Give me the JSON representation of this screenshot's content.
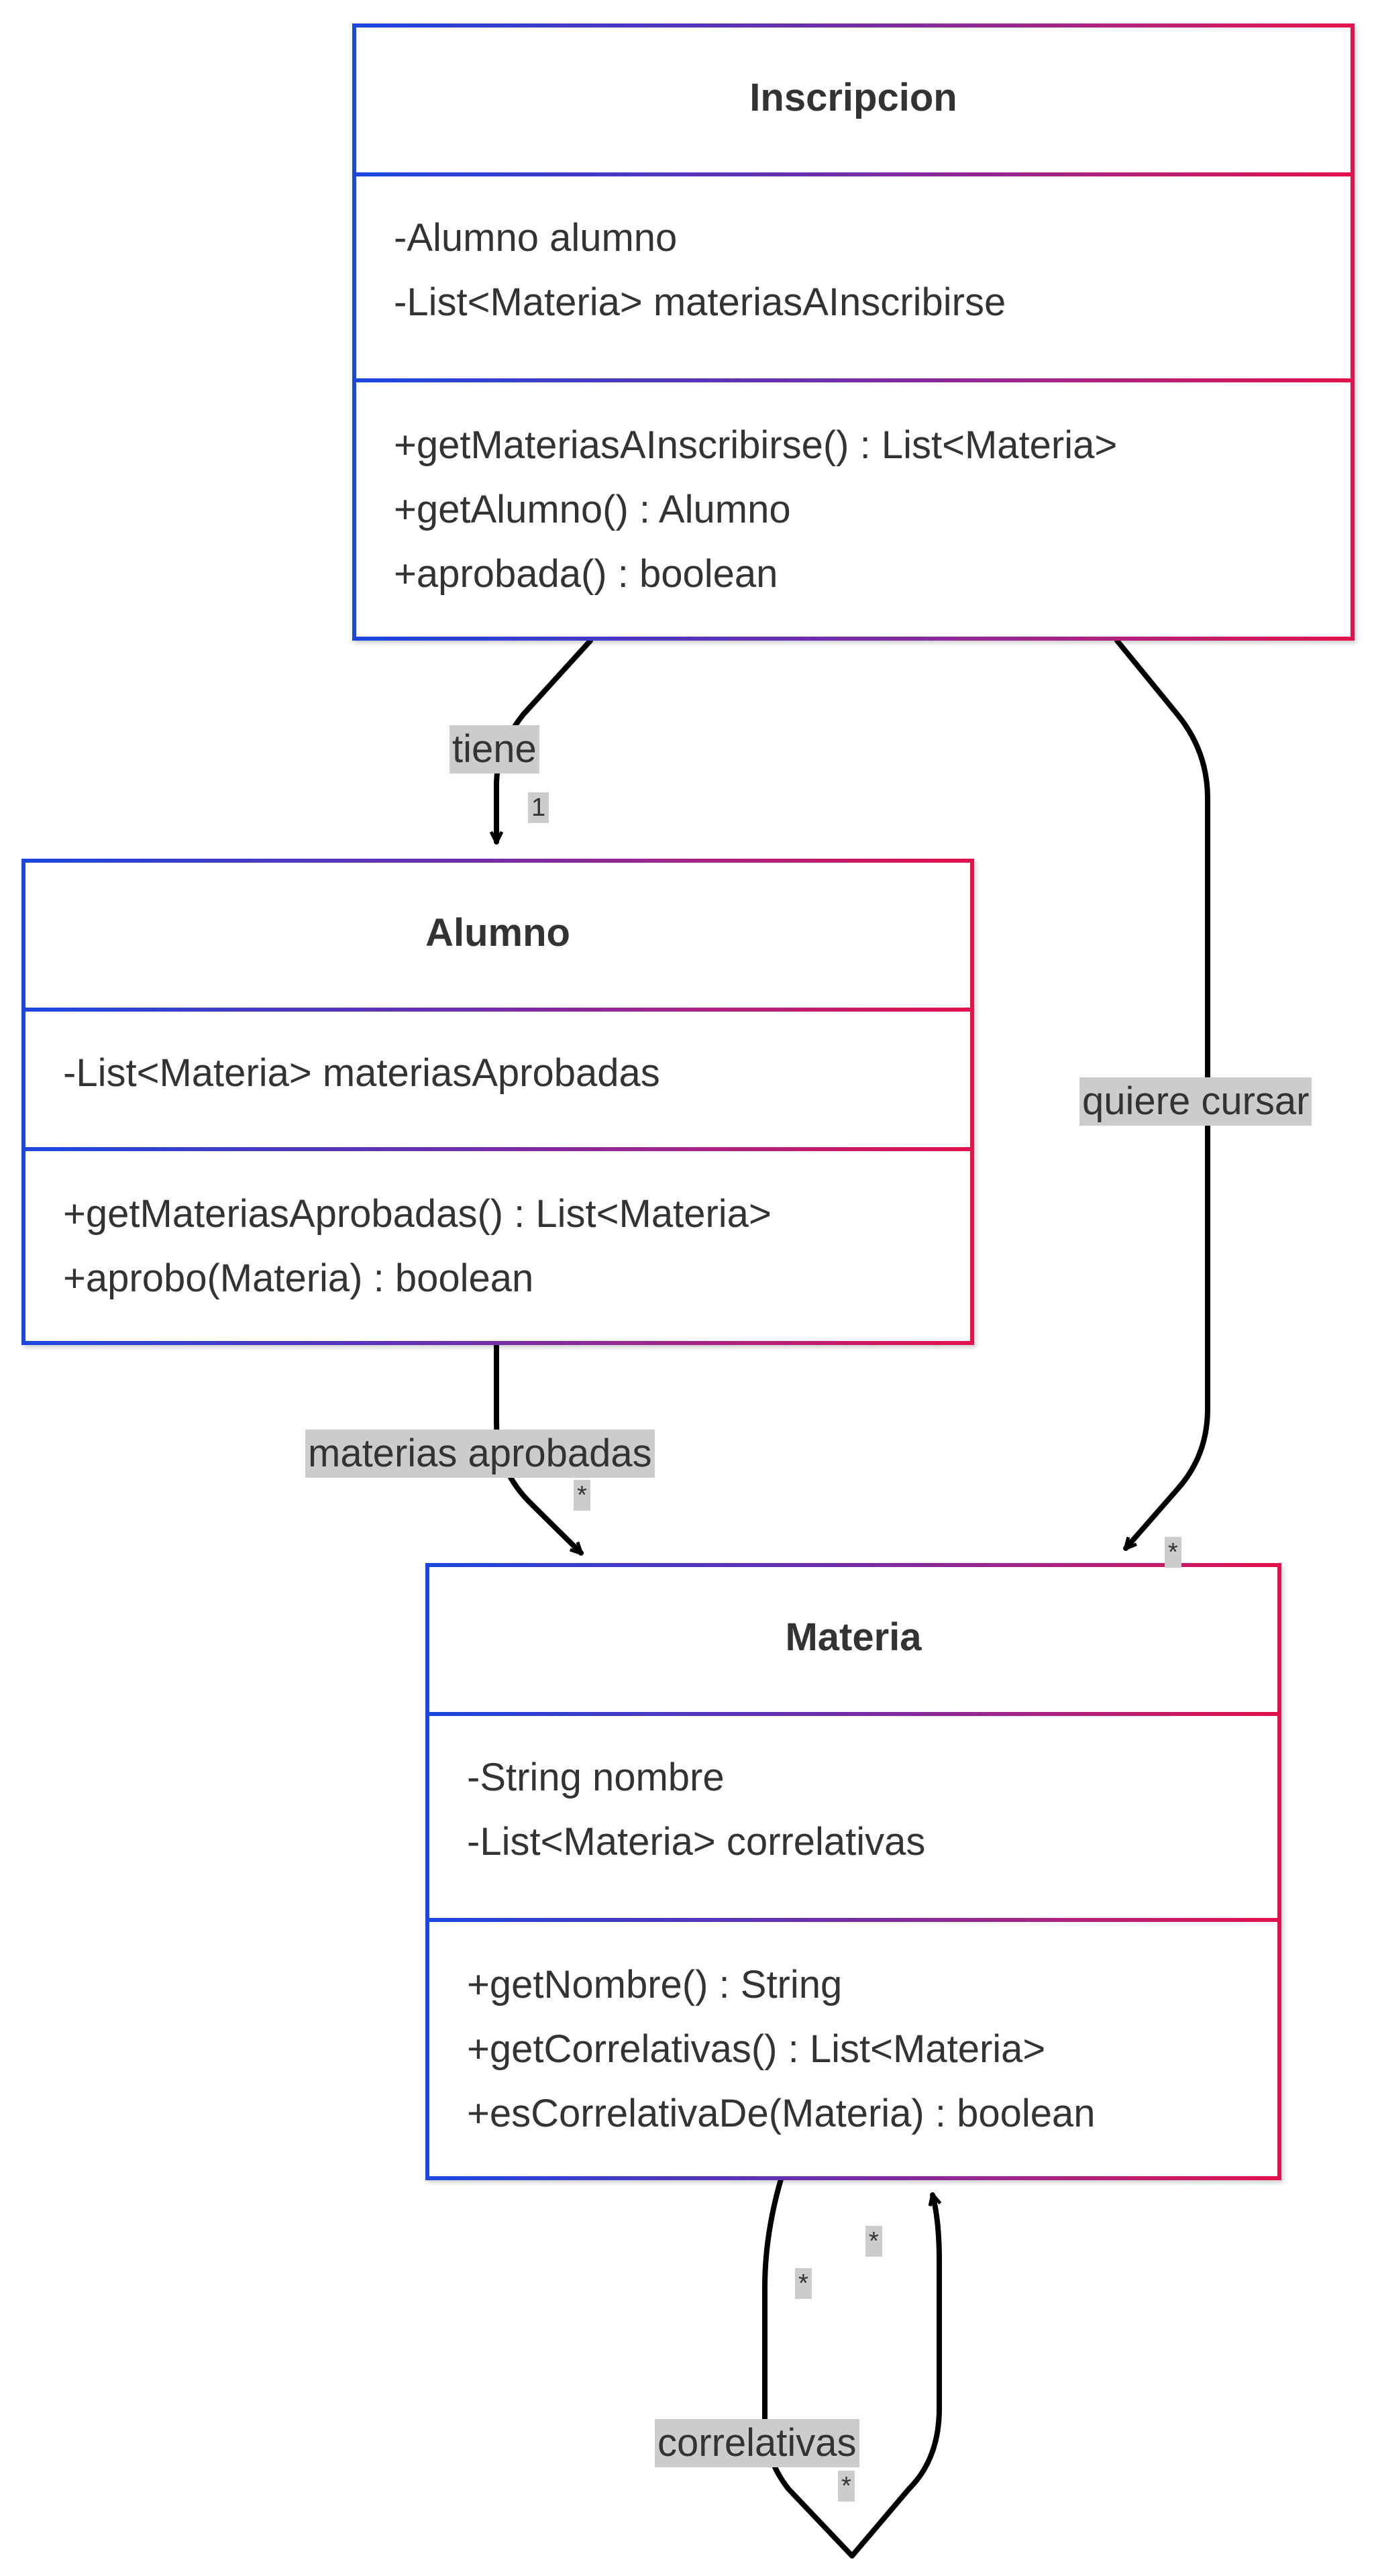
{
  "classes": {
    "inscripcion": {
      "name": "Inscripcion",
      "attributes": [
        "-Alumno alumno",
        "-List<Materia> materiasAInscribirse"
      ],
      "methods": [
        "+getMateriasAInscribirse() : List<Materia>",
        "+getAlumno() : Alumno",
        "+aprobada() : boolean"
      ]
    },
    "alumno": {
      "name": "Alumno",
      "attributes": [
        "-List<Materia> materiasAprobadas"
      ],
      "methods": [
        "+getMateriasAprobadas() : List<Materia>",
        "+aprobo(Materia) : boolean"
      ]
    },
    "materia": {
      "name": "Materia",
      "attributes": [
        "-String nombre",
        "-List<Materia> correlativas"
      ],
      "methods": [
        "+getNombre() : String",
        "+getCorrelativas() : List<Materia>",
        "+esCorrelativaDe(Materia) : boolean"
      ]
    }
  },
  "relations": {
    "tiene": {
      "label": "tiene",
      "multiplicity": "1"
    },
    "quiere_cursar": {
      "label": "quiere cursar",
      "multiplicity": "*"
    },
    "materias_aprobadas": {
      "label": "materias aprobadas",
      "multiplicity": "*"
    },
    "correlativas": {
      "label": "correlativas",
      "mult_source": "*",
      "mult_target": "*",
      "mult_label": "*"
    }
  }
}
